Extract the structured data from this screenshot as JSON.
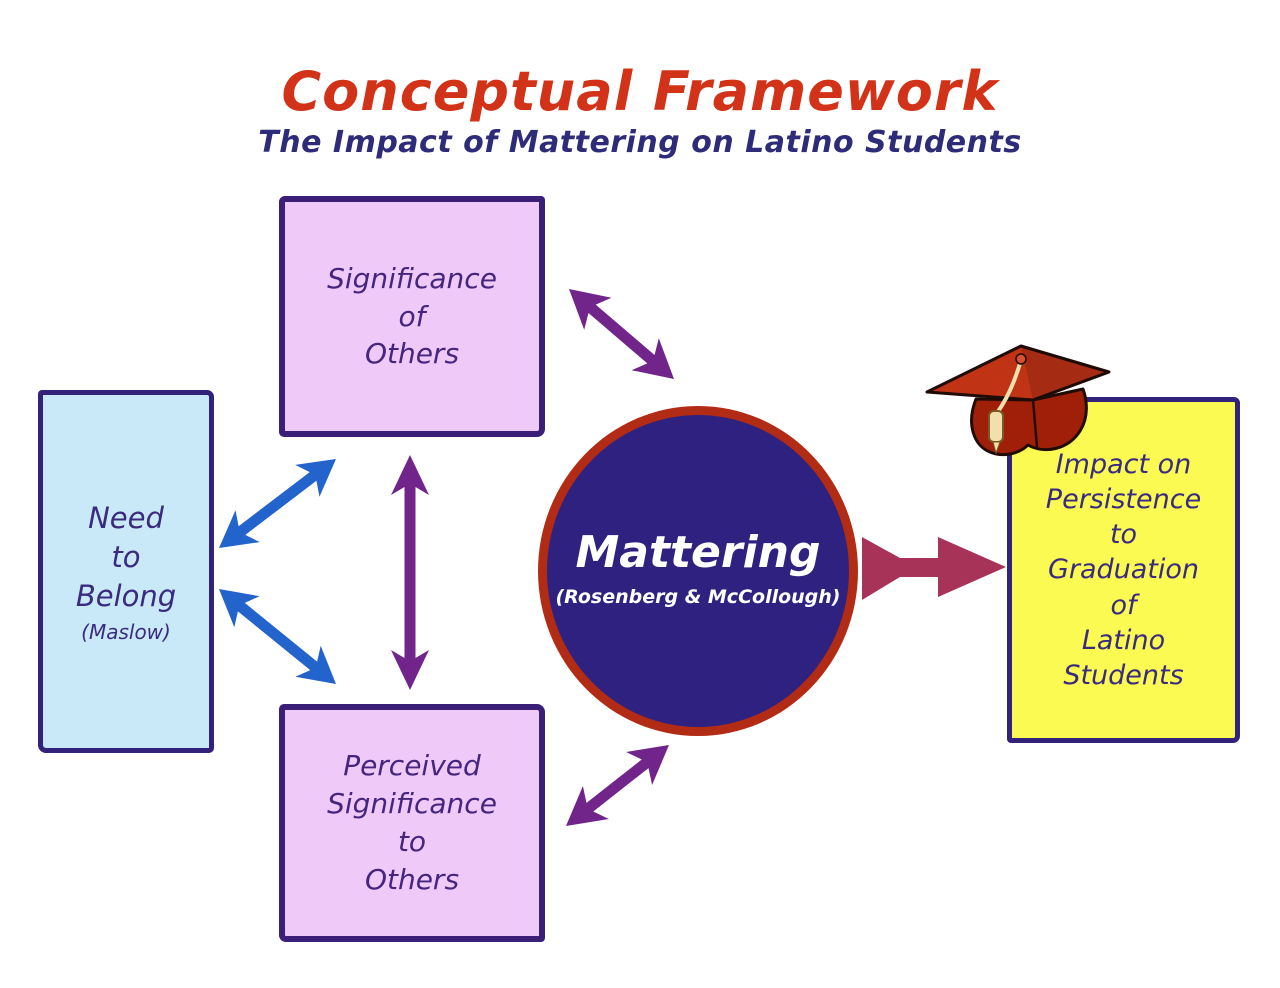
{
  "title": "Conceptual Framework",
  "subtitle": "The Impact of Mattering on Latino Students",
  "nodes": {
    "need_to_belong": {
      "label": "Need\nto\nBelong",
      "sublabel": "(Maslow)"
    },
    "significance_of_others": {
      "label": "Significance\nof\nOthers"
    },
    "perceived_significance": {
      "label": "Perceived\nSignificance\nto\nOthers"
    },
    "mattering": {
      "label": "Mattering",
      "sublabel": "(Rosenberg & McCollough)"
    },
    "impact": {
      "label": "Impact on\nPersistence\nto\nGraduation\nof\nLatino\nStudents"
    }
  },
  "edges": [
    {
      "id": "belong-significance",
      "from": "need_to_belong",
      "to": "significance_of_others",
      "bidirectional": true,
      "color": "arrow_blue"
    },
    {
      "id": "belong-perceived",
      "from": "need_to_belong",
      "to": "perceived_significance",
      "bidirectional": true,
      "color": "arrow_blue"
    },
    {
      "id": "significance-perceived",
      "from": "significance_of_others",
      "to": "perceived_significance",
      "bidirectional": true,
      "color": "arrow_purple"
    },
    {
      "id": "significance-mattering",
      "from": "significance_of_others",
      "to": "mattering",
      "bidirectional": true,
      "color": "arrow_purple"
    },
    {
      "id": "perceived-mattering",
      "from": "perceived_significance",
      "to": "mattering",
      "bidirectional": true,
      "color": "arrow_purple"
    },
    {
      "id": "mattering-impact",
      "from": "mattering",
      "to": "impact",
      "bidirectional": false,
      "color": "arrow_maroon"
    }
  ],
  "icons": {
    "graduation_cap": "graduation-cap"
  },
  "colors": {
    "title": "#d23318",
    "subtitle": "#2e2b78",
    "blue_box_fill": "#c9e9f8",
    "box_border": "#33227a",
    "box_text": "#3a2b80",
    "purple_box_fill": "#efc9f8",
    "purple_box_border": "#3a1e78",
    "purple_box_text": "#45257e",
    "yellow_box_fill": "#fafa52",
    "circle_fill": "#2f2180",
    "circle_border": "#b22b15",
    "circle_text": "#ffffff",
    "arrow_blue": "#2363cc",
    "arrow_purple": "#71258a",
    "arrow_maroon": "#a83358",
    "cap_red": "#c03315",
    "cap_dark_red": "#a01f08",
    "cap_outline": "#200c04",
    "tassel": "#f2dfae"
  }
}
